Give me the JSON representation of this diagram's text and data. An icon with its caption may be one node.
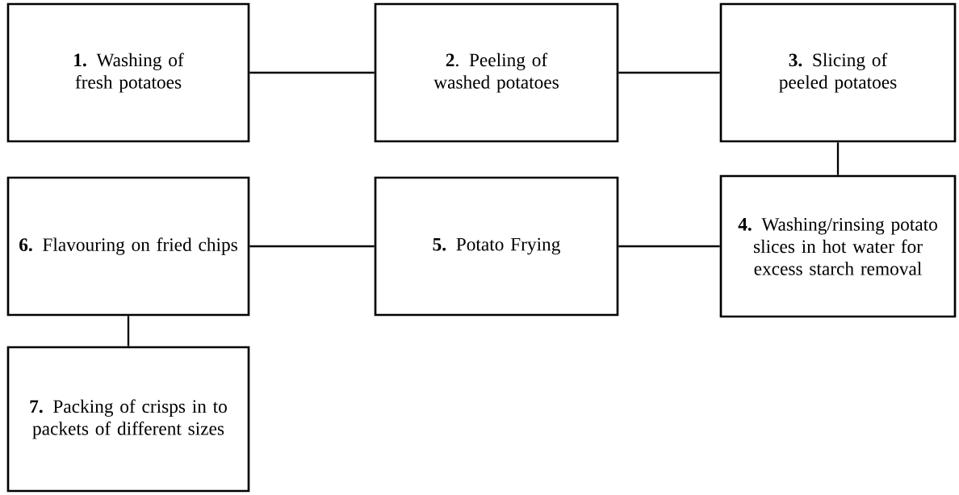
{
  "diagram": {
    "nodes": [
      {
        "text": [
          "**1.** Washing of fresh potatoes"
        ]
      },
      {
        "text": [
          "**2**. Peeling of washed potatoes"
        ]
      },
      {
        "text": [
          "**3.** Slicing of peeled potatoes"
        ]
      },
      {
        "text": [
          "**4.** Washing/rinsing potato slices in hot water for excess starch removal"
        ]
      },
      {
        "text": [
          "**5.** Potato Frying"
        ]
      },
      {
        "text": [
          "**6.** Flavouring on fried chips"
        ]
      },
      {
        "text": [
          "**7.** Packing of crisps in to packets of different sizes"
        ]
      }
    ],
    "edges": [
      {
        "from": 0,
        "to": 1,
        "arrow": "none"
      },
      {
        "from": 1,
        "to": 2,
        "arrow": "none"
      },
      {
        "from": 2,
        "to": 3,
        "arrow": "none"
      },
      {
        "from": 3,
        "to": 4,
        "arrow": "none"
      },
      {
        "from": 4,
        "to": 5,
        "arrow": "none"
      },
      {
        "from": 5,
        "to": 6,
        "arrow": "none"
      }
    ]
  }
}
